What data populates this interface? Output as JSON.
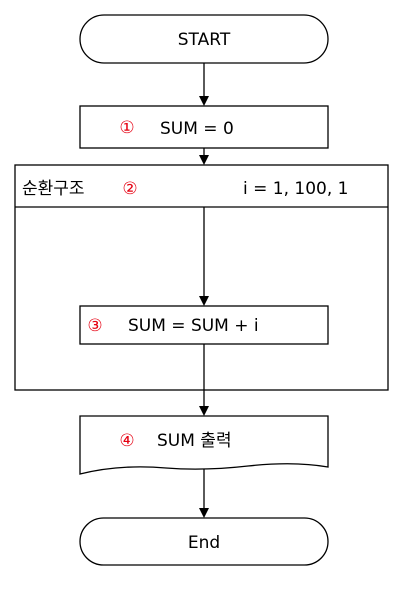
{
  "nodes": {
    "start": {
      "label": "START"
    },
    "init": {
      "number": "①",
      "label": "SUM = 0"
    },
    "loop": {
      "title": "순환구조",
      "number": "②",
      "condition": "i = 1, 100, 1"
    },
    "body": {
      "number": "③",
      "label": "SUM = SUM + i"
    },
    "output": {
      "number": "④",
      "label": "SUM 출력"
    },
    "end": {
      "label": "End"
    }
  },
  "colors": {
    "number_marker": "#e60012",
    "line": "#000000"
  }
}
